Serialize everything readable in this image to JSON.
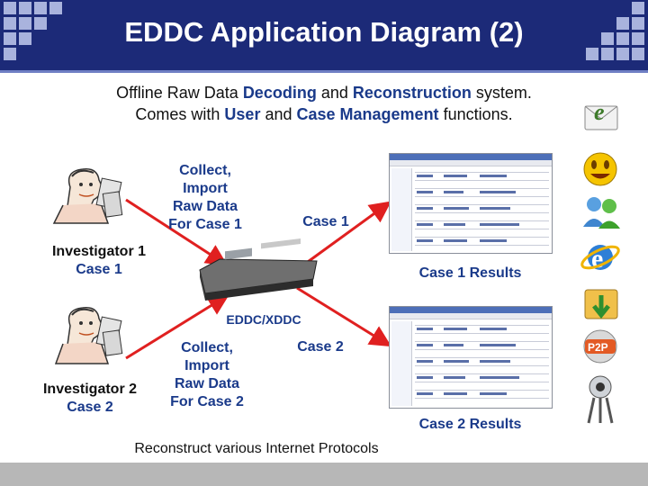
{
  "title": "EDDC Application Diagram (2)",
  "intro": {
    "line1_a": "Offline Raw Data ",
    "line1_b": "Decoding",
    "line1_c": " and ",
    "line1_d": "Reconstruction",
    "line1_e": " system.",
    "line2_a": "Comes with ",
    "line2_b": "User",
    "line2_c": " and ",
    "line2_d": "Case Management",
    "line2_e": " functions."
  },
  "collect1": [
    "Collect,",
    "Import",
    "Raw Data",
    "For Case 1"
  ],
  "collect2": [
    "Collect,",
    "Import",
    "Raw Data",
    "For Case 2"
  ],
  "case1_label": "Case 1",
  "case2_label": "Case 2",
  "investigator1": {
    "name": "Investigator 1",
    "case": "Case 1"
  },
  "investigator2": {
    "name": "Investigator 2",
    "case": "Case 2"
  },
  "device_label": "EDDC/XDDC",
  "case1_results": "Case 1 Results",
  "case2_results": "Case 2 Results",
  "footer_text": "Reconstruct various Internet Protocols",
  "protocol_icons": [
    "email-icon",
    "yahoo-messenger-icon",
    "msn-messenger-icon",
    "internet-explorer-icon",
    "file-transfer-icon",
    "p2p-icon",
    "voip-icon"
  ],
  "colors": {
    "header": "#1c2a78",
    "accent_text": "#1a3a8a",
    "arrow": "#e02020",
    "footer": "#b7b7b7"
  }
}
